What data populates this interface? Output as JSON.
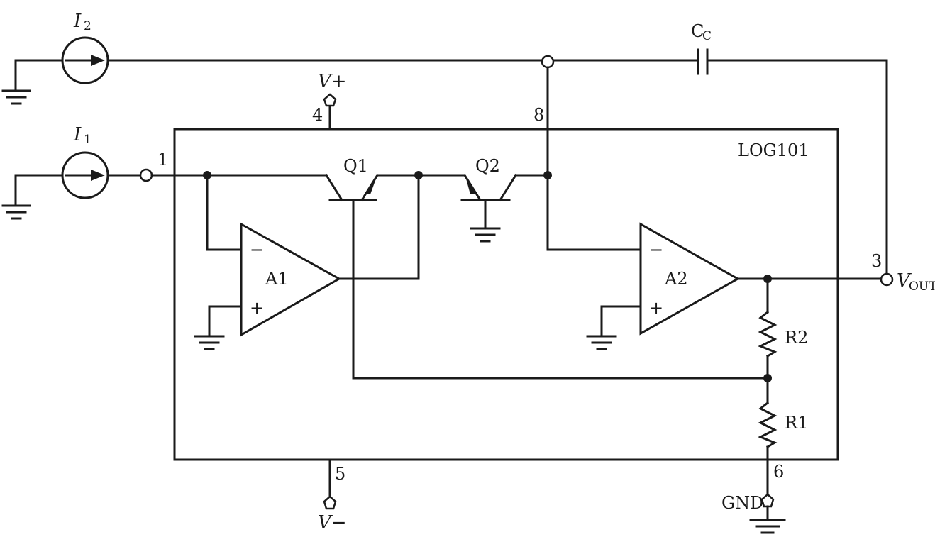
{
  "chip": {
    "name": "LOG101"
  },
  "sources": {
    "i1": {
      "name": "I",
      "sub": "1"
    },
    "i2": {
      "name": "I",
      "sub": "2"
    }
  },
  "capacitor": {
    "name": "C",
    "sub": "C"
  },
  "transistors": {
    "q1": "Q1",
    "q2": "Q2"
  },
  "opamps": {
    "a1": "A1",
    "a2": "A2",
    "minus": "−",
    "plus": "+"
  },
  "resistors": {
    "r1": "R1",
    "r2": "R2"
  },
  "pins": {
    "p1": "1",
    "p3": "3",
    "p4": "4",
    "p5": "5",
    "p6": "6",
    "p8": "8"
  },
  "rails": {
    "vplus": "V+",
    "vminus": "V−",
    "gnd": "GND"
  },
  "output": {
    "name": "V",
    "sub": "OUT"
  }
}
